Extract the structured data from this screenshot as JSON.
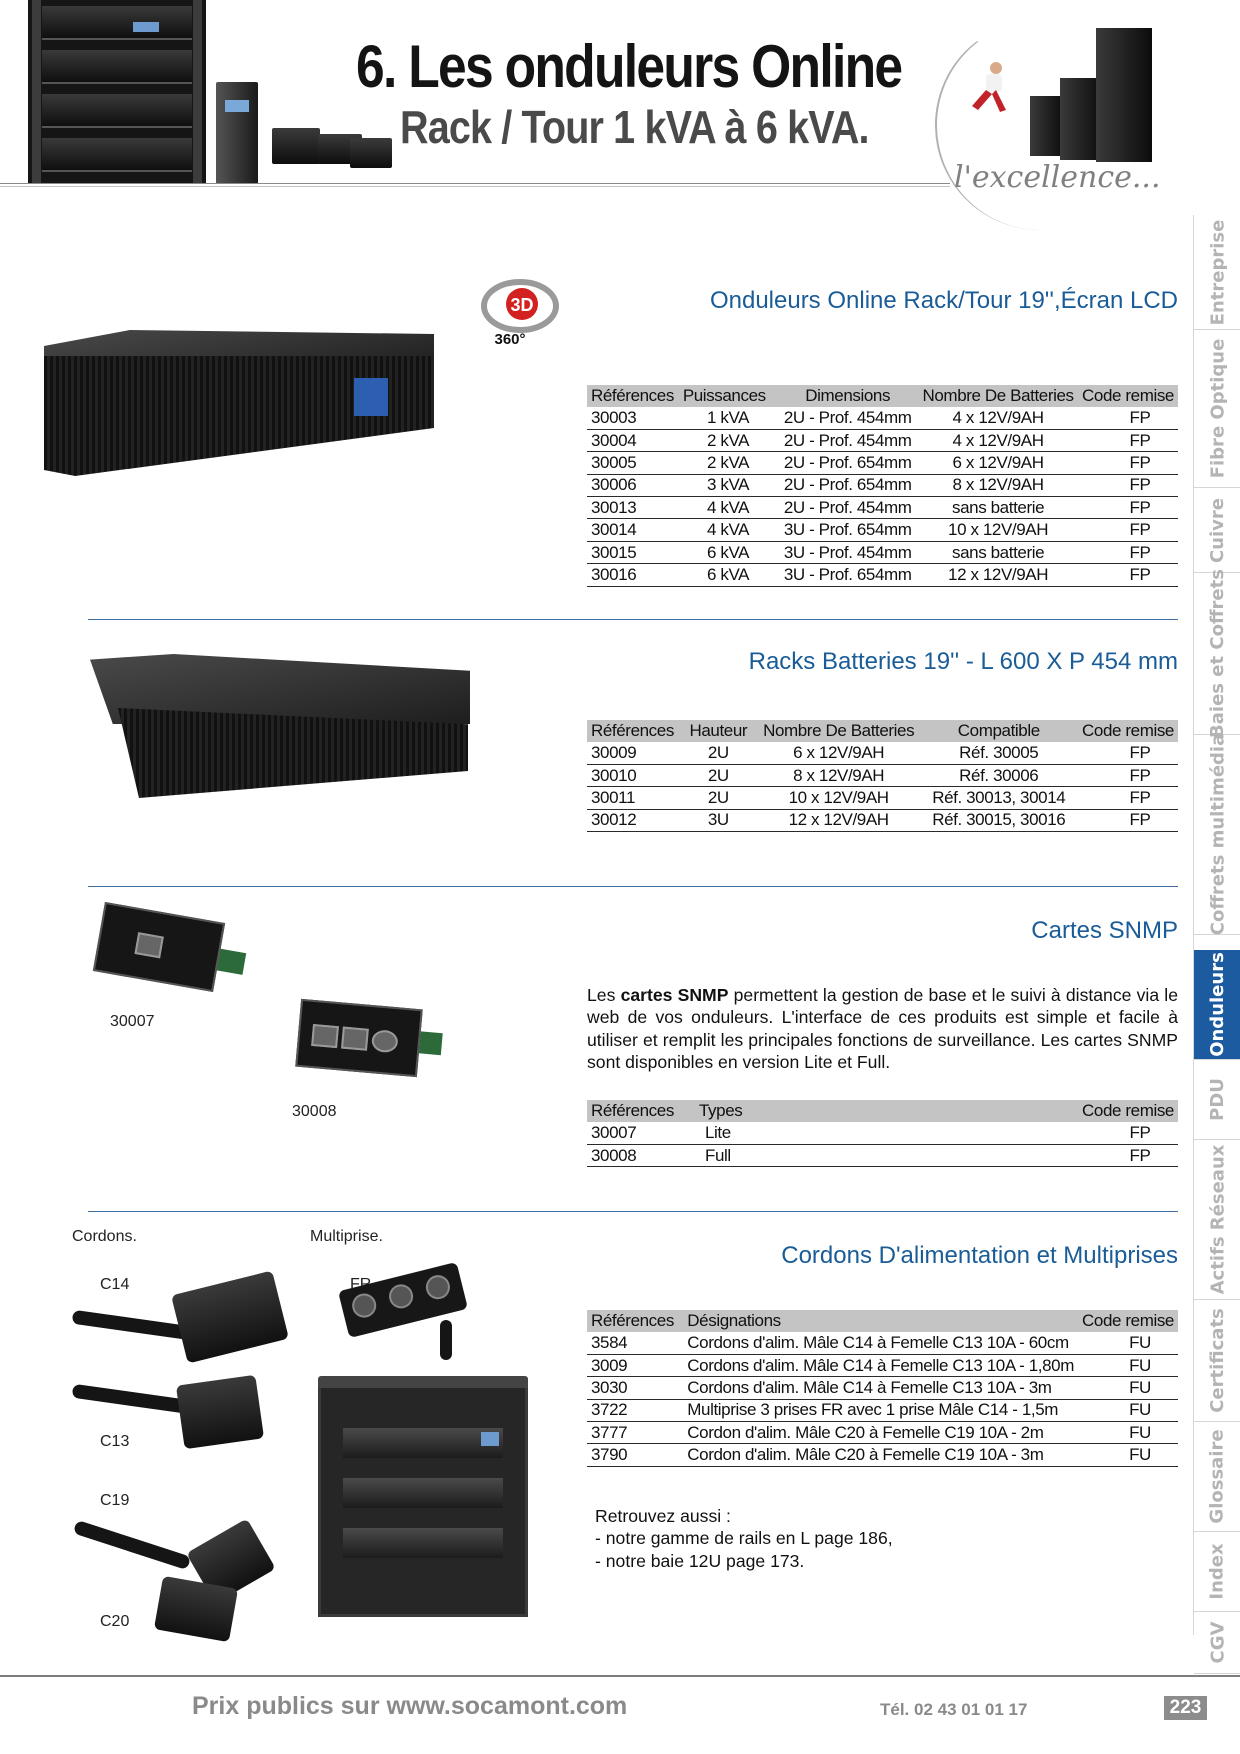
{
  "header": {
    "title": "6. Les onduleurs Online",
    "subtitle": "Rack / Tour 1 kVA à 6 kVA.",
    "tagline": "l'excellence..."
  },
  "side_tabs": [
    {
      "label": "Entreprise",
      "active": false
    },
    {
      "label": "Fibre Optique",
      "active": false
    },
    {
      "label": "Cuivre",
      "active": false
    },
    {
      "label": "Baies et Coffrets",
      "active": false
    },
    {
      "label": "Coffrets multimédia",
      "active": false
    },
    {
      "label": "Onduleurs",
      "active": true
    },
    {
      "label": "PDU",
      "active": false
    },
    {
      "label": "Actifs Réseaux",
      "active": false
    },
    {
      "label": "Certificats",
      "active": false
    },
    {
      "label": "Glossaire",
      "active": false
    },
    {
      "label": "Index",
      "active": false
    },
    {
      "label": "CGV",
      "active": false
    }
  ],
  "badge_3d": {
    "label": "3D",
    "degrees": "360°"
  },
  "section_ups": {
    "title": "Onduleurs Online Rack/Tour 19'',Écran LCD",
    "headers": [
      "Références",
      "Puissances",
      "Dimensions",
      "Nombre De Batteries",
      "Code remise"
    ],
    "rows": [
      [
        "30003",
        "1 kVA",
        "2U - Prof. 454mm",
        "4 x 12V/9AH",
        "FP"
      ],
      [
        "30004",
        "2 kVA",
        "2U - Prof. 454mm",
        "4 x 12V/9AH",
        "FP"
      ],
      [
        "30005",
        "2 kVA",
        "2U - Prof. 654mm",
        "6 x 12V/9AH",
        "FP"
      ],
      [
        "30006",
        "3 kVA",
        "2U - Prof. 654mm",
        "8 x 12V/9AH",
        "FP"
      ],
      [
        "30013",
        "4 kVA",
        "2U - Prof. 454mm",
        "sans batterie",
        "FP"
      ],
      [
        "30014",
        "4 kVA",
        "3U - Prof. 654mm",
        "10 x 12V/9AH",
        "FP"
      ],
      [
        "30015",
        "6 kVA",
        "3U - Prof. 454mm",
        "sans batterie",
        "FP"
      ],
      [
        "30016",
        "6 kVA",
        "3U - Prof. 654mm",
        "12 x 12V/9AH",
        "FP"
      ]
    ]
  },
  "section_batteries": {
    "title": "Racks Batteries 19'' - L 600 X P 454 mm",
    "headers": [
      "Références",
      "Hauteur",
      "Nombre De Batteries",
      "Compatible",
      "Code remise"
    ],
    "rows": [
      [
        "30009",
        "2U",
        "6 x 12V/9AH",
        "Réf. 30005",
        "FP"
      ],
      [
        "30010",
        "2U",
        "8 x 12V/9AH",
        "Réf. 30006",
        "FP"
      ],
      [
        "30011",
        "2U",
        "10 x 12V/9AH",
        "Réf. 30013, 30014",
        "FP"
      ],
      [
        "30012",
        "3U",
        "12 x 12V/9AH",
        "Réf. 30015, 30016",
        "FP"
      ]
    ]
  },
  "section_snmp": {
    "title": "Cartes SNMP",
    "desc_before": "Les ",
    "desc_bold": "cartes SNMP",
    "desc_after": " permettent la gestion de base et le suivi à distance via le web de vos onduleurs. L'interface de ces produits est simple et facile à utiliser et remplit les principales fonctions de surveillance. Les cartes SNMP sont disponibles en version Lite et Full.",
    "img_label_1": "30007",
    "img_label_2": "30008",
    "headers": [
      "Références",
      "Types",
      "Code remise"
    ],
    "rows": [
      [
        "30007",
        "Lite",
        "FP"
      ],
      [
        "30008",
        "Full",
        "FP"
      ]
    ]
  },
  "section_cords": {
    "title": "Cordons D'alimentation et Multiprises",
    "label_cords": "Cordons.",
    "label_strip": "Multiprise.",
    "label_c14": "C14",
    "label_fr": "FR",
    "label_c13": "C13",
    "label_c19": "C19",
    "label_c20": "C20",
    "headers": [
      "Références",
      "Désignations",
      "Code remise"
    ],
    "rows": [
      [
        "3584",
        "Cordons d'alim. Mâle C14 à Femelle C13 10A - 60cm",
        "FU"
      ],
      [
        "3009",
        "Cordons d'alim. Mâle C14 à Femelle C13 10A - 1,80m",
        "FU"
      ],
      [
        "3030",
        "Cordons d'alim. Mâle C14 à Femelle C13 10A - 3m",
        "FU"
      ],
      [
        "3722",
        "Multiprise 3 prises FR avec 1 prise Mâle C14 - 1,5m",
        "FU"
      ],
      [
        "3777",
        "Cordon d'alim. Mâle C20 à Femelle C19 10A - 2m",
        "FU"
      ],
      [
        "3790",
        "Cordon d'alim. Mâle C20 à Femelle C19 10A - 3m",
        "FU"
      ]
    ],
    "see_also": [
      "Retrouvez aussi :",
      "- notre gamme de rails en L page 186,",
      "- notre baie 12U page 173."
    ]
  },
  "footer": {
    "prices": "Prix publics sur www.socamont.com",
    "phone": "Tél. 02 43 01 01 17",
    "page": "223"
  }
}
